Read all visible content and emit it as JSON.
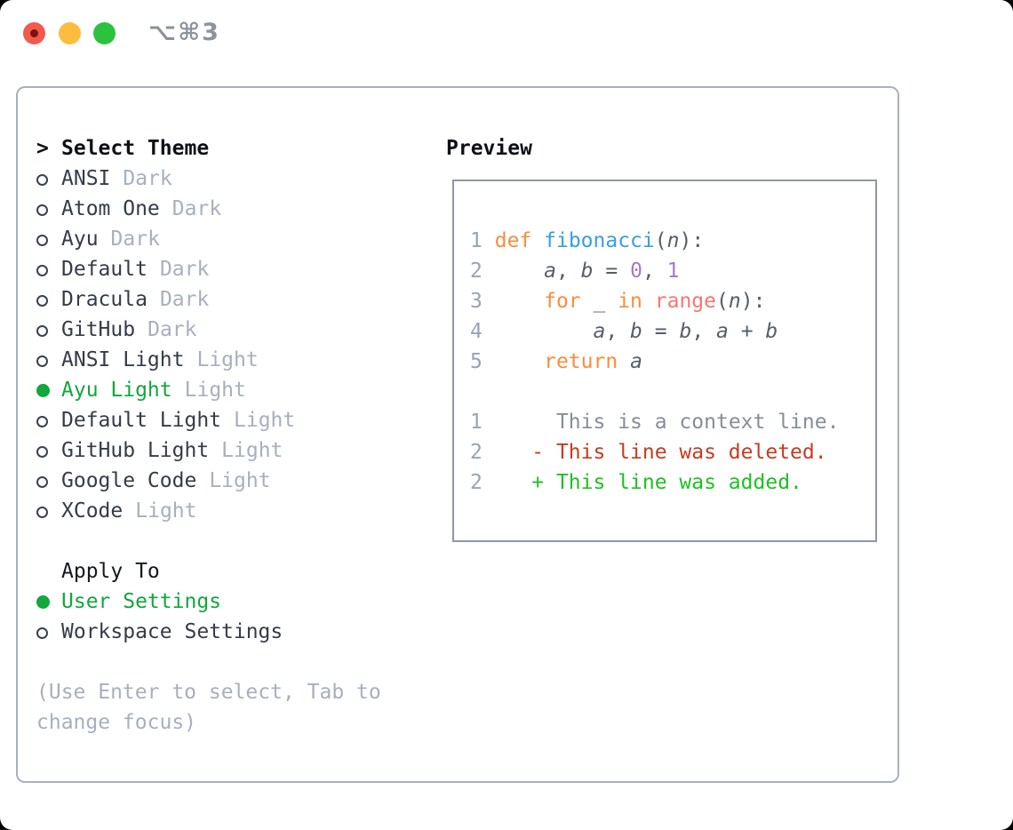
{
  "window": {
    "title": "⌥⌘3"
  },
  "left_panel": {
    "header": {
      "marker": ">",
      "label": "Select Theme"
    },
    "themes": [
      {
        "name": "ANSI",
        "tag": "Dark",
        "selected": false
      },
      {
        "name": "Atom One",
        "tag": "Dark",
        "selected": false
      },
      {
        "name": "Ayu",
        "tag": "Dark",
        "selected": false
      },
      {
        "name": "Default",
        "tag": "Dark",
        "selected": false
      },
      {
        "name": "Dracula",
        "tag": "Dark",
        "selected": false
      },
      {
        "name": "GitHub",
        "tag": "Dark",
        "selected": false
      },
      {
        "name": "ANSI Light",
        "tag": "Light",
        "selected": false
      },
      {
        "name": "Ayu Light",
        "tag": "Light",
        "selected": true
      },
      {
        "name": "Default Light",
        "tag": "Light",
        "selected": false
      },
      {
        "name": "GitHub Light",
        "tag": "Light",
        "selected": false
      },
      {
        "name": "Google Code",
        "tag": "Light",
        "selected": false
      },
      {
        "name": "XCode",
        "tag": "Light",
        "selected": false
      }
    ],
    "apply_to": {
      "label": "Apply To",
      "options": [
        {
          "name": "User Settings",
          "selected": true
        },
        {
          "name": "Workspace Settings",
          "selected": false
        }
      ]
    },
    "hint_lines": [
      "(Use Enter to select, Tab to",
      "change focus)"
    ]
  },
  "preview": {
    "header": "Preview",
    "lines": [
      [
        [
          "ln",
          "1"
        ],
        [
          "pl",
          " "
        ],
        [
          "kw",
          "def"
        ],
        [
          "pl",
          " "
        ],
        [
          "fn",
          "fibonacci"
        ],
        [
          "pl",
          "("
        ],
        [
          "va",
          "n"
        ],
        [
          "pl",
          "):"
        ]
      ],
      [
        [
          "ln",
          "2"
        ],
        [
          "pl",
          "     "
        ],
        [
          "va",
          "a"
        ],
        [
          "pl",
          ", "
        ],
        [
          "va",
          "b"
        ],
        [
          "pl",
          " = "
        ],
        [
          "nu",
          "0"
        ],
        [
          "pl",
          ", "
        ],
        [
          "nu",
          "1"
        ]
      ],
      [
        [
          "ln",
          "3"
        ],
        [
          "pl",
          "     "
        ],
        [
          "kw",
          "for"
        ],
        [
          "pl",
          " _ "
        ],
        [
          "kw",
          "in"
        ],
        [
          "pl",
          " "
        ],
        [
          "bi",
          "range"
        ],
        [
          "pl",
          "("
        ],
        [
          "va",
          "n"
        ],
        [
          "pl",
          "):"
        ]
      ],
      [
        [
          "ln",
          "4"
        ],
        [
          "pl",
          "         "
        ],
        [
          "va",
          "a"
        ],
        [
          "pl",
          ", "
        ],
        [
          "va",
          "b"
        ],
        [
          "pl",
          " = "
        ],
        [
          "va",
          "b"
        ],
        [
          "pl",
          ", "
        ],
        [
          "va",
          "a"
        ],
        [
          "pl",
          " + "
        ],
        [
          "va",
          "b"
        ]
      ],
      [
        [
          "ln",
          "5"
        ],
        [
          "pl",
          "     "
        ],
        [
          "kw",
          "return"
        ],
        [
          "pl",
          " "
        ],
        [
          "va",
          "a"
        ]
      ],
      [],
      [
        [
          "ln",
          "1"
        ],
        [
          "pl",
          "      "
        ],
        [
          "ctx",
          "This is a context line."
        ]
      ],
      [
        [
          "ln",
          "2"
        ],
        [
          "pl",
          "    "
        ],
        [
          "del",
          "- This line was deleted."
        ]
      ],
      [
        [
          "ln",
          "2"
        ],
        [
          "pl",
          "    "
        ],
        [
          "add",
          "+ This line was added."
        ]
      ]
    ]
  },
  "colors": {
    "selection_green": "#12a63e",
    "diff_added_green": "#1ec121",
    "diff_deleted_red": "#c43c21",
    "syntax_keyword_orange": "#fa8d3e",
    "syntax_function_blue": "#399ee6",
    "syntax_builtin_coral": "#f77672",
    "syntax_number_purple": "#a37acc",
    "muted_gray": "#a7b0bd",
    "panel_border_gray": "#a9b1bc"
  }
}
